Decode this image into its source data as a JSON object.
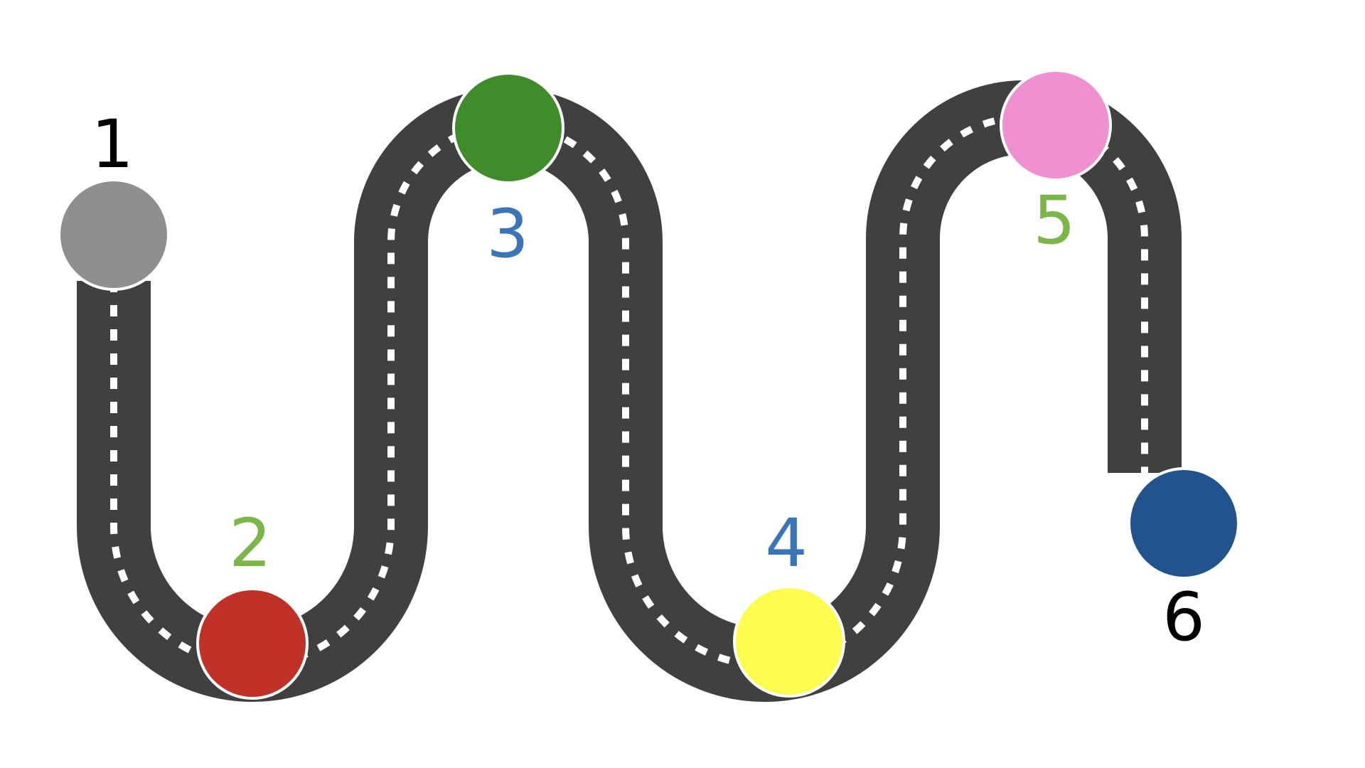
{
  "road": {
    "asphalt_color": "#404040",
    "dash_color": "#ffffff"
  },
  "milestones": [
    {
      "label": "1",
      "color": "#8f8f8f",
      "label_color": "#000000"
    },
    {
      "label": "2",
      "color": "#c03228",
      "label_color": "#7ab648"
    },
    {
      "label": "3",
      "color": "#3f8c2a",
      "label_color": "#3a76b7"
    },
    {
      "label": "4",
      "color": "#fdfd50",
      "label_color": "#3a76b7"
    },
    {
      "label": "5",
      "color": "#ef91d0",
      "label_color": "#7ab648"
    },
    {
      "label": "6",
      "color": "#22538f",
      "label_color": "#000000"
    }
  ]
}
